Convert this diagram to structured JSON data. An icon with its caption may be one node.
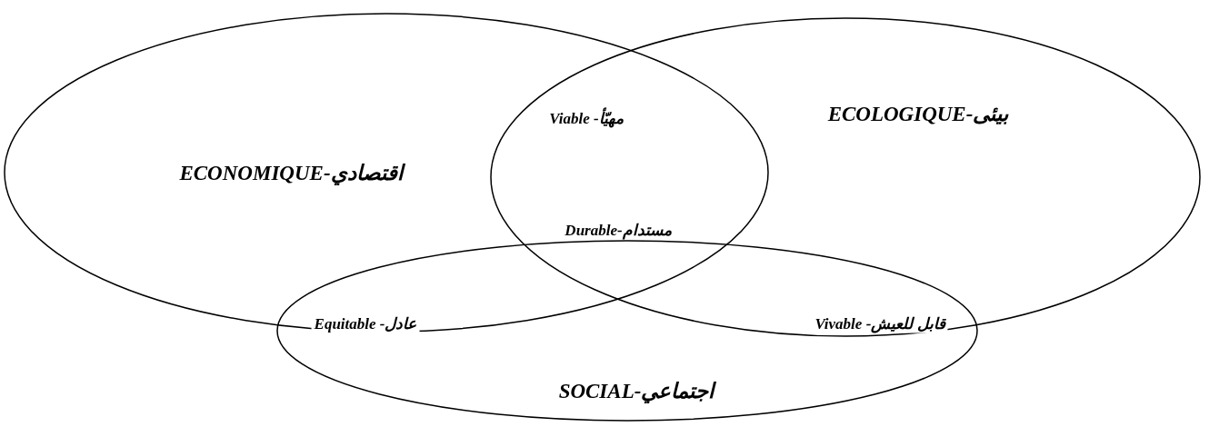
{
  "diagram": {
    "nodes": [
      {
        "text": [
          "ECONOMIQUE-اقتصادي"
        ]
      },
      {
        "text": [
          "ECOLOGIQUE-بيئى"
        ]
      },
      {
        "text": [
          "SOCIAL-اجتماعي"
        ]
      }
    ],
    "edges": [],
    "labels": [
      "Viable -مهيّأ",
      "Durable-مستدام",
      "Equitable -عادل",
      "Vivable -قابل للعيش"
    ]
  }
}
